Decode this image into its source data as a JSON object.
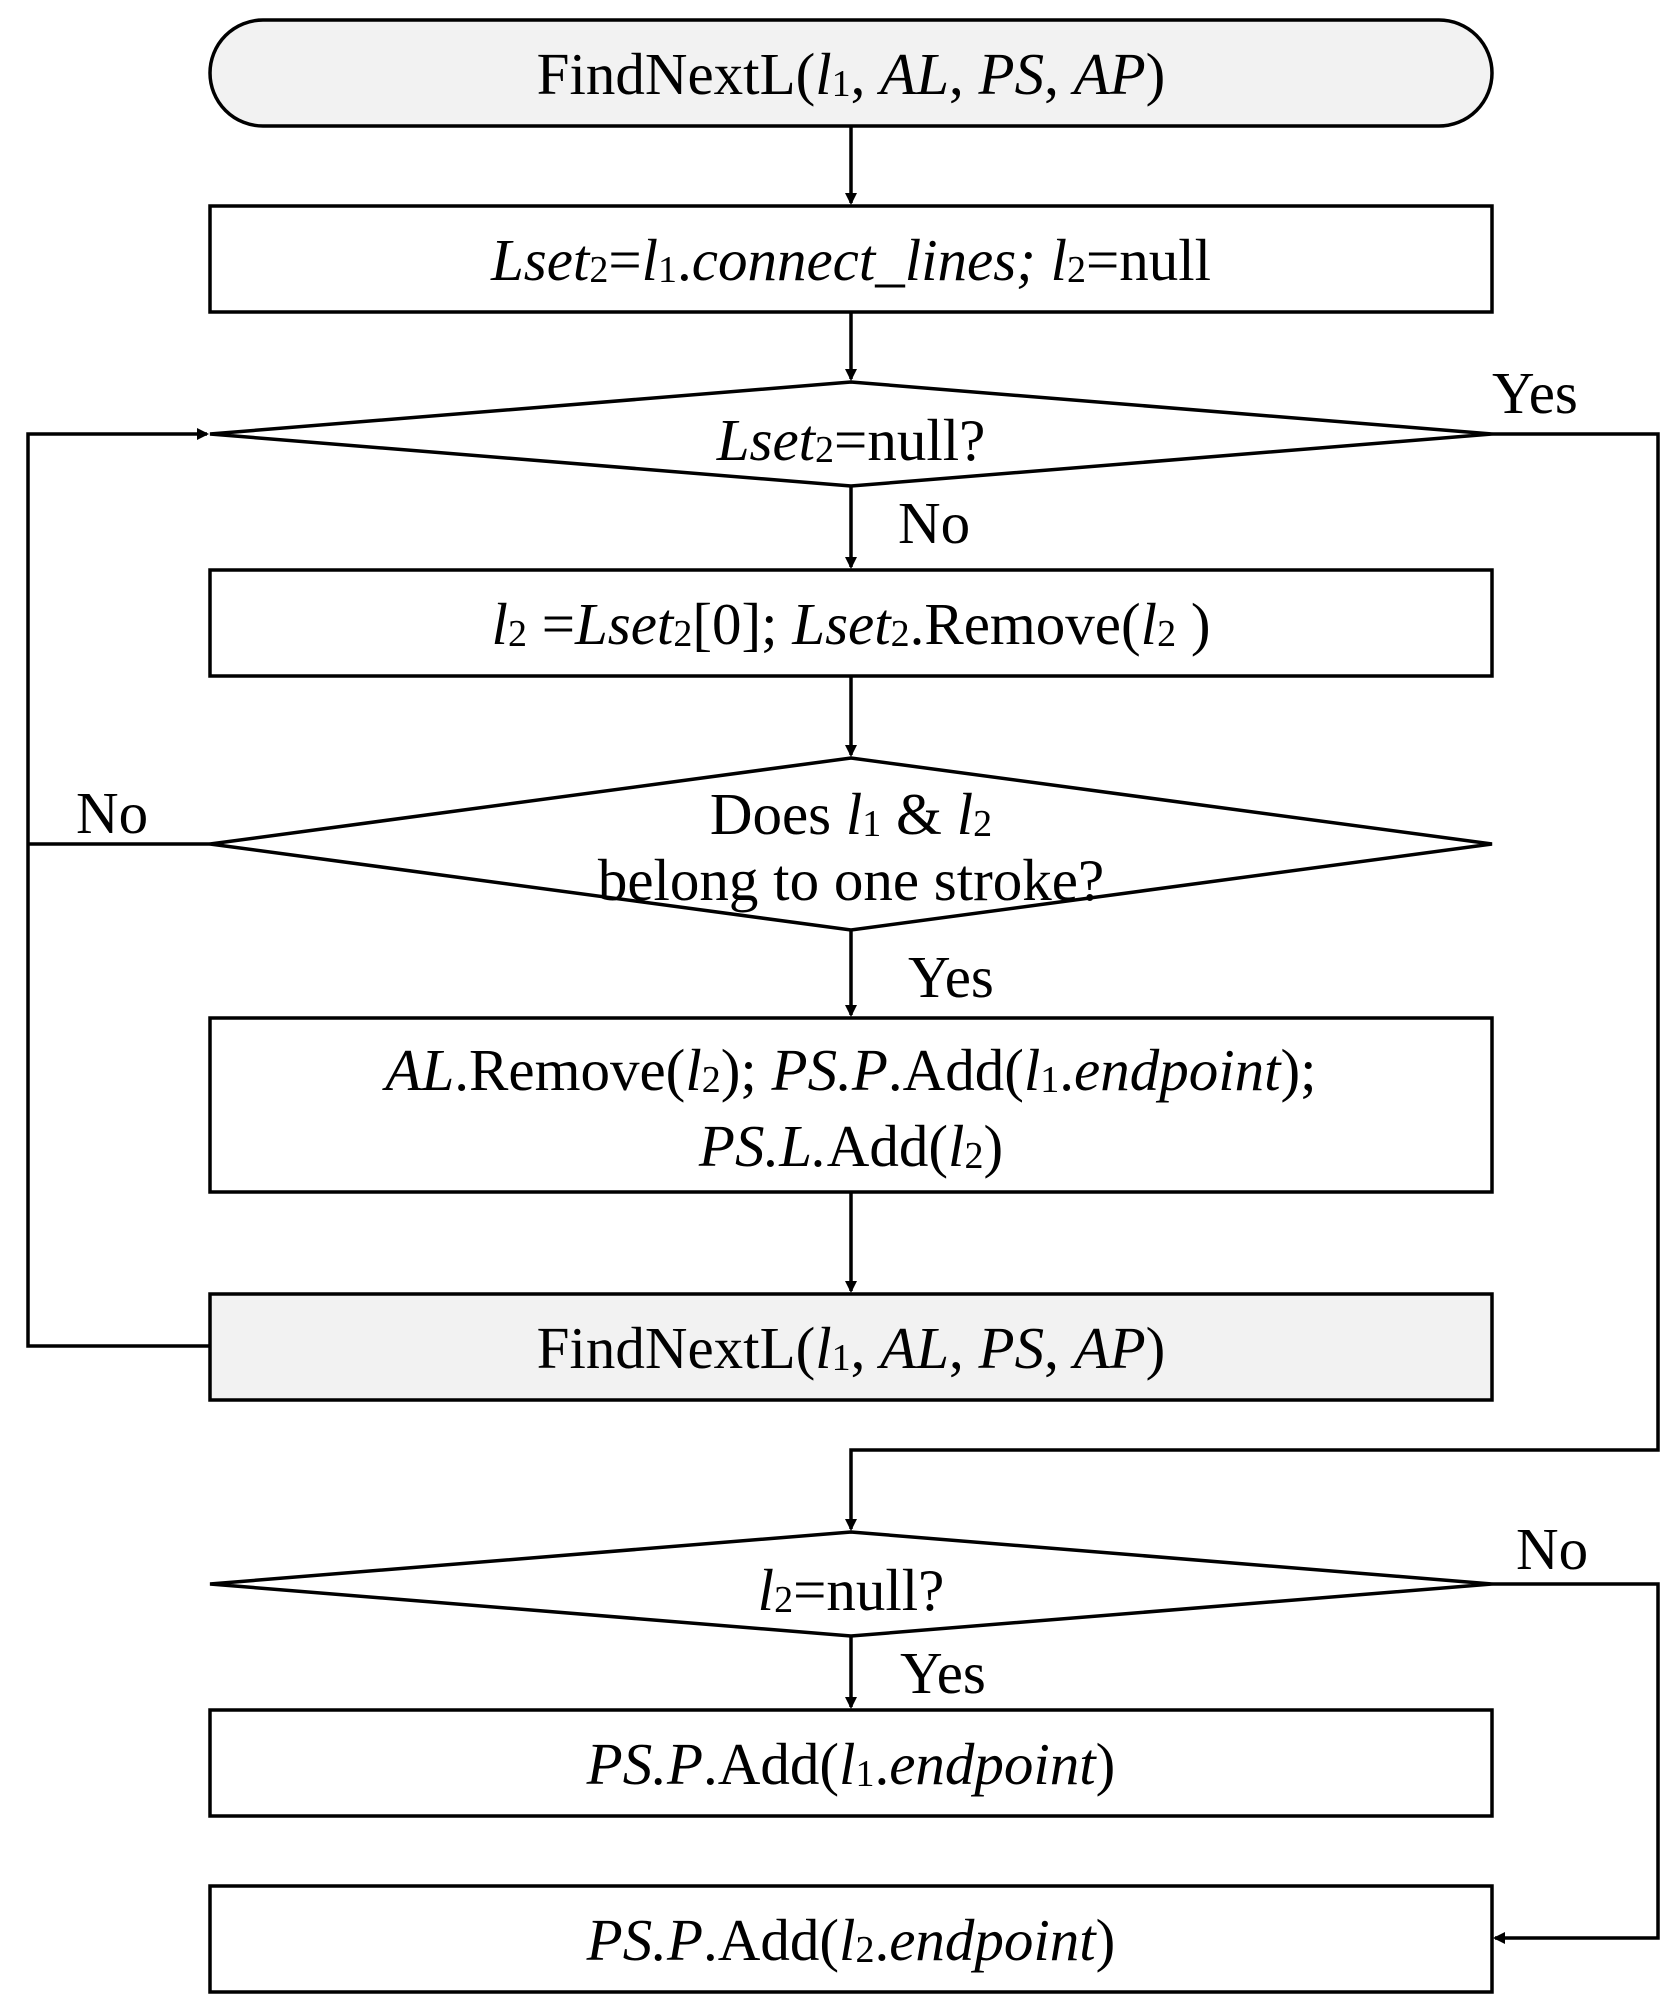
{
  "diagram": {
    "nodes": {
      "start": {
        "segments": [
          {
            "t": "FindNextL(",
            "s": "n"
          },
          {
            "t": "l",
            "s": "i"
          },
          {
            "t": "1",
            "s": "sub"
          },
          {
            "t": ", ",
            "s": "n"
          },
          {
            "t": "AL",
            "s": "i"
          },
          {
            "t": ", ",
            "s": "n"
          },
          {
            "t": "PS",
            "s": "i"
          },
          {
            "t": ", ",
            "s": "n"
          },
          {
            "t": "AP",
            "s": "i"
          },
          {
            "t": ")",
            "s": "n"
          }
        ]
      },
      "init": {
        "segments": [
          {
            "t": "Lset",
            "s": "i"
          },
          {
            "t": "2",
            "s": "sub"
          },
          {
            "t": "=",
            "s": "n"
          },
          {
            "t": "l",
            "s": "i"
          },
          {
            "t": "1",
            "s": "sub"
          },
          {
            "t": ".",
            "s": "n"
          },
          {
            "t": "connect_lines;",
            "s": "i"
          },
          {
            "t": " ",
            "s": "n"
          },
          {
            "t": "l",
            "s": "i"
          },
          {
            "t": "2",
            "s": "sub"
          },
          {
            "t": "=null",
            "s": "n"
          }
        ]
      },
      "cond_lset_null": {
        "segments": [
          {
            "t": "Lset",
            "s": "i"
          },
          {
            "t": "2",
            "s": "sub"
          },
          {
            "t": "=null?",
            "s": "n"
          }
        ]
      },
      "take_first": {
        "segments": [
          {
            "t": "l",
            "s": "i"
          },
          {
            "t": "2",
            "s": "sub"
          },
          {
            "t": " =",
            "s": "n"
          },
          {
            "t": "Lset",
            "s": "i"
          },
          {
            "t": "2",
            "s": "sub"
          },
          {
            "t": "[0]; ",
            "s": "n"
          },
          {
            "t": "Lset",
            "s": "i"
          },
          {
            "t": "2",
            "s": "sub"
          },
          {
            "t": ".Remove(",
            "s": "n"
          },
          {
            "t": "l",
            "s": "i"
          },
          {
            "t": "2",
            "s": "sub"
          },
          {
            "t": " )",
            "s": "n"
          }
        ]
      },
      "cond_same_stroke": {
        "line1": [
          {
            "t": "Does ",
            "s": "n"
          },
          {
            "t": "l",
            "s": "i"
          },
          {
            "t": "1",
            "s": "sub"
          },
          {
            "t": " & ",
            "s": "n"
          },
          {
            "t": "l",
            "s": "i"
          },
          {
            "t": "2",
            "s": "sub"
          }
        ],
        "line2": [
          {
            "t": "belong to one stroke?",
            "s": "n"
          }
        ]
      },
      "add_ops": {
        "line1": [
          {
            "t": "AL",
            "s": "i"
          },
          {
            "t": ".Remove(",
            "s": "n"
          },
          {
            "t": "l",
            "s": "i"
          },
          {
            "t": "2",
            "s": "sub"
          },
          {
            "t": "); ",
            "s": "n"
          },
          {
            "t": "PS.P",
            "s": "i"
          },
          {
            "t": ".Add(",
            "s": "n"
          },
          {
            "t": "l",
            "s": "i"
          },
          {
            "t": "1",
            "s": "sub"
          },
          {
            "t": ".",
            "s": "n"
          },
          {
            "t": "endpoint",
            "s": "i"
          },
          {
            "t": ");",
            "s": "n"
          }
        ],
        "line2": [
          {
            "t": "PS.L.",
            "s": "i"
          },
          {
            "t": "Add(",
            "s": "n"
          },
          {
            "t": "l",
            "s": "i"
          },
          {
            "t": "2",
            "s": "sub"
          },
          {
            "t": ")",
            "s": "n"
          }
        ]
      },
      "recurse": {
        "segments": [
          {
            "t": "FindNextL(",
            "s": "n"
          },
          {
            "t": "l",
            "s": "i"
          },
          {
            "t": "1",
            "s": "sub"
          },
          {
            "t": ", ",
            "s": "n"
          },
          {
            "t": "AL",
            "s": "i"
          },
          {
            "t": ", ",
            "s": "n"
          },
          {
            "t": "PS",
            "s": "i"
          },
          {
            "t": ", ",
            "s": "n"
          },
          {
            "t": "AP",
            "s": "i"
          },
          {
            "t": ")",
            "s": "n"
          }
        ]
      },
      "cond_l2_null": {
        "segments": [
          {
            "t": "l",
            "s": "i"
          },
          {
            "t": "2",
            "s": "sub"
          },
          {
            "t": "=null?",
            "s": "n"
          }
        ]
      },
      "add_l1_end": {
        "segments": [
          {
            "t": "PS.P",
            "s": "i"
          },
          {
            "t": ".Add(",
            "s": "n"
          },
          {
            "t": "l",
            "s": "i"
          },
          {
            "t": "1",
            "s": "sub"
          },
          {
            "t": ".",
            "s": "n"
          },
          {
            "t": "endpoint",
            "s": "i"
          },
          {
            "t": ")",
            "s": "n"
          }
        ]
      },
      "add_l2_end": {
        "segments": [
          {
            "t": "PS.P",
            "s": "i"
          },
          {
            "t": ".Add(",
            "s": "n"
          },
          {
            "t": "l",
            "s": "i"
          },
          {
            "t": "2",
            "s": "sub"
          },
          {
            "t": ".",
            "s": "n"
          },
          {
            "t": "endpoint",
            "s": "i"
          },
          {
            "t": ")",
            "s": "n"
          }
        ]
      }
    },
    "labels": {
      "lset_null_yes": "Yes",
      "lset_null_no": "No",
      "same_stroke_no": "No",
      "same_stroke_yes": "Yes",
      "l2_null_no": "No",
      "l2_null_yes": "Yes"
    },
    "colors": {
      "stroke": "#000000",
      "terminal_fill": "#f2f2f2",
      "recurse_fill": "#f2f2f2",
      "box_fill": "#ffffff"
    }
  }
}
